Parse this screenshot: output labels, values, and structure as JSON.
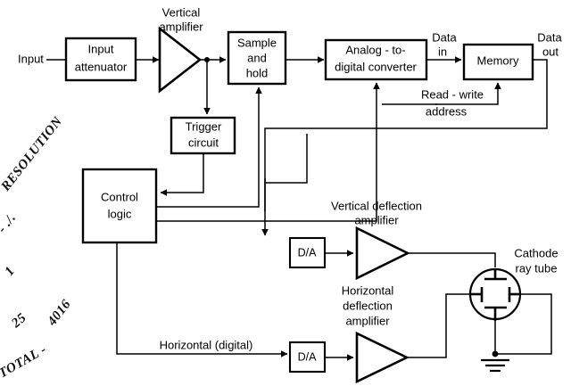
{
  "figure": {
    "type": "block-diagram",
    "subject": "Digital storage oscilloscope block diagram",
    "background_color": "#ffffff",
    "line_color": "#000000"
  },
  "blocks": {
    "input_attenuator": {
      "label_line1": "Input",
      "label_line2": "attenuator"
    },
    "vertical_amplifier": {
      "label_line1": "Vertical",
      "label_line2": "amplifier"
    },
    "sample_and_hold": {
      "label_line1": "Sample",
      "label_line2": "and",
      "label_line3": "hold"
    },
    "adc": {
      "label_line1": "Analog - to-",
      "label_line2": "digital converter"
    },
    "memory": {
      "label": "Memory"
    },
    "trigger_circuit": {
      "label_line1": "Trigger",
      "label_line2": "circuit"
    },
    "control_logic": {
      "label_line1": "Control",
      "label_line2": "logic"
    },
    "da_vertical": {
      "label": "D/A"
    },
    "da_horizontal": {
      "label": "D/A"
    },
    "vertical_deflection_amplifier": {
      "label_line1": "Vertical deflection",
      "label_line2": "amplifier"
    },
    "horizontal_deflection_amplifier": {
      "label_line1": "Horizontal",
      "label_line2": "deflection",
      "label_line3": "amplifier"
    },
    "crt": {
      "label_line1": "Cathode",
      "label_line2": "ray tube"
    }
  },
  "signal_labels": {
    "input": "Input",
    "data_in_line1": "Data",
    "data_in_line2": "in",
    "data_out_line1": "Data",
    "data_out_line2": "out",
    "read_write_line1": "Read - write",
    "read_write_line2": "address",
    "horizontal_digital": "Horizontal (digital)"
  },
  "annotations": {
    "handwriting_1": "RESOLUTION",
    "handwriting_2": "- ./.",
    "handwriting_3": "1",
    "handwriting_4": "25",
    "handwriting_5": "4016",
    "handwriting_6": "TOTAL -"
  }
}
